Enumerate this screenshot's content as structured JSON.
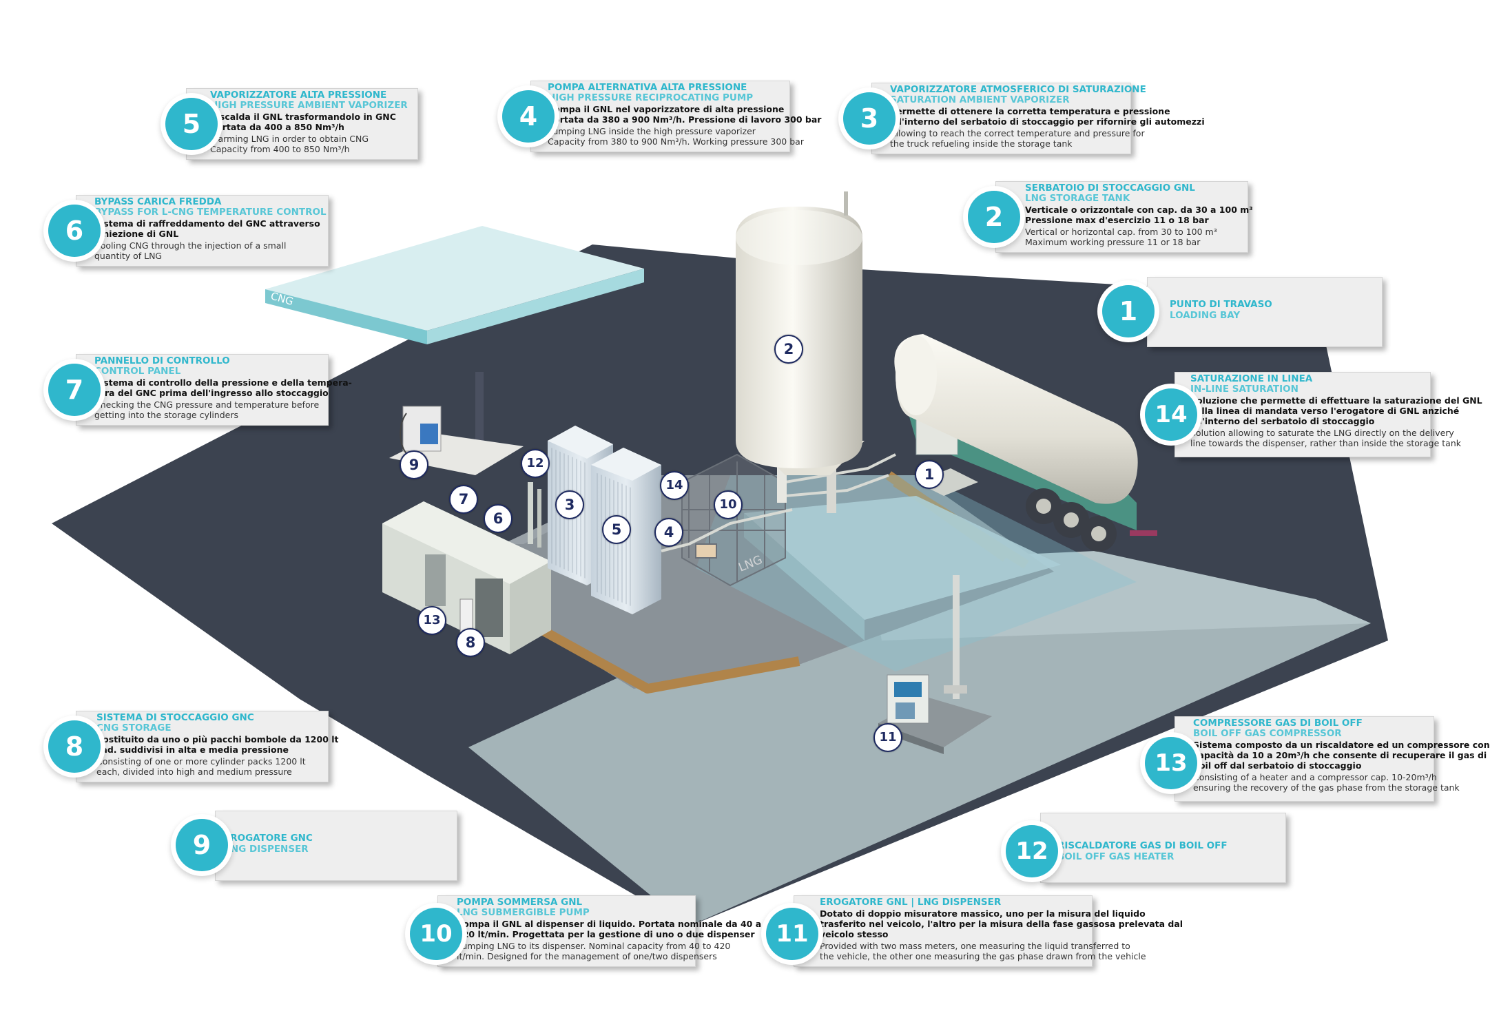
{
  "scene_labels": {
    "cng": "CNG",
    "lng": "LNG"
  },
  "colors": {
    "accent": "#2fb7cc",
    "marker": "#1e2a60",
    "ground_dark": "#3c4350",
    "ground_light": "#a4b4b8",
    "walkway": "#b0844a"
  },
  "markers": [
    "2",
    "12",
    "3",
    "5",
    "14",
    "10",
    "1",
    "7",
    "6",
    "4",
    "9",
    "13",
    "8",
    "11"
  ],
  "cards": {
    "c5": {
      "num": "5",
      "title_it": "VAPORIZZATORE ALTA PRESSIONE",
      "title_en": "HIGH PRESSURE AMBIENT VAPORIZER",
      "desc_it": [
        "Riscalda il GNL trasformandolo in GNC",
        "Portata da 400 a 850 Nm³/h"
      ],
      "desc_en": [
        "Warming LNG in order to obtain CNG",
        "Capacity from 400 to 850 Nm³/h"
      ]
    },
    "c4": {
      "num": "4",
      "title_it": "POMPA ALTERNATIVA ALTA PRESSIONE",
      "title_en": "HIGH PRESSURE RECIPROCATING PUMP",
      "desc_it": [
        "Pompa il GNL nel vaporizzatore di alta pressione",
        "Portata da 380 a 900 Nm³/h. Pressione di lavoro 300 bar"
      ],
      "desc_en": [
        "Pumping LNG inside the high pressure vaporizer",
        "Capacity from 380 to 900 Nm³/h. Working pressure 300 bar"
      ]
    },
    "c3": {
      "num": "3",
      "title_it": "VAPORIZZATORE ATMOSFERICO DI SATURAZIONE",
      "title_en": "SATURATION AMBIENT VAPORIZER",
      "desc_it": [
        "Permette di ottenere la corretta temperatura e pressione",
        "all'interno del serbatoio di stoccaggio per rifornire gli automezzi"
      ],
      "desc_en": [
        "Allowing to reach the correct temperature and pressure for",
        "the truck refueling inside the storage tank"
      ]
    },
    "c6": {
      "num": "6",
      "title_it": "BYPASS CARICA FREDDA",
      "title_en": "BYPASS FOR L-CNG TEMPERATURE CONTROL",
      "desc_it": [
        "Sistema di raffreddamento del GNC attraverso",
        "l'iniezione di GNL"
      ],
      "desc_en": [
        "Cooling CNG through the injection of a small",
        "quantity of LNG"
      ]
    },
    "c2": {
      "num": "2",
      "title_it": "SERBATOIO DI STOCCAGGIO GNL",
      "title_en": "LNG STORAGE TANK",
      "desc_it": [
        "Verticale o orizzontale con cap. da 30 a 100 m³",
        "Pressione max d'esercizio 11 o 18 bar"
      ],
      "desc_en": [
        "Vertical or horizontal cap. from 30 to 100 m³",
        "Maximum working pressure 11 or 18 bar"
      ]
    },
    "c1": {
      "num": "1",
      "title_it": "PUNTO DI TRAVASO",
      "title_en": "LOADING BAY",
      "desc_it": [],
      "desc_en": []
    },
    "c7": {
      "num": "7",
      "title_it": "PANNELLO DI CONTROLLO",
      "title_en": "CONTROL PANEL",
      "desc_it": [
        "Sistema di controllo della pressione e della tempera-",
        "tura del GNC prima dell'ingresso allo stoccaggio"
      ],
      "desc_en": [
        "Checking the CNG pressure and temperature before",
        "getting into the storage cylinders"
      ]
    },
    "c14": {
      "num": "14",
      "title_it": "SATURAZIONE IN LINEA",
      "title_en": "IN-LINE SATURATION",
      "desc_it": [
        "Soluzione che permette di effettuare la saturazione del GNL",
        "sulla linea di mandata verso l'erogatore di GNL anziché",
        "all'interno del serbatoio di stoccaggio"
      ],
      "desc_en": [
        "Solution allowing to saturate the LNG directly on the delivery",
        "line towards the dispenser, rather than inside the storage tank"
      ]
    },
    "c8": {
      "num": "8",
      "title_it": "SISTEMA DI STOCCAGGIO GNC",
      "title_en": "CNG STORAGE",
      "desc_it": [
        "Costituito da uno o più pacchi bombole da 1200 lt",
        "cad. suddivisi in alta e media pressione"
      ],
      "desc_en": [
        "Consisting of one or more cylinder packs 1200 lt",
        "each, divided into high and medium pressure"
      ]
    },
    "c13": {
      "num": "13",
      "title_it": "COMPRESSORE GAS DI BOIL OFF",
      "title_en": "BOIL OFF GAS COMPRESSOR",
      "desc_it": [
        "Sistema composto da un riscaldatore ed un compressore con",
        "capacità da 10 a 20m³/h che consente di recuperare il gas di",
        "boil off dal serbatoio di stoccaggio"
      ],
      "desc_en": [
        "Consisting of a heater and a compressor cap. 10-20m³/h",
        "ensuring the recovery of the gas phase from the storage tank"
      ]
    },
    "c9": {
      "num": "9",
      "title_it": "EROGATORE GNC",
      "title_en": "CNG DISPENSER",
      "desc_it": [],
      "desc_en": []
    },
    "c12": {
      "num": "12",
      "title_it": "RISCALDATORE GAS DI BOIL OFF",
      "title_en": "BOIL OFF GAS HEATER",
      "desc_it": [],
      "desc_en": []
    },
    "c10": {
      "num": "10",
      "title_it": "POMPA SOMMERSA GNL",
      "title_en": "LNG SUBMERGIBLE PUMP",
      "desc_it": [
        "Pompa il GNL al dispenser di liquido. Portata nominale da 40 a",
        "420 lt/min. Progettata per la gestione di uno o due dispenser"
      ],
      "desc_en": [
        "Pumping LNG to its dispenser. Nominal capacity from 40 to 420",
        "lt/min. Designed for the management of one/two dispensers"
      ]
    },
    "c11": {
      "num": "11",
      "title_it": "EROGATORE GNL | LNG DISPENSER",
      "title_en": "",
      "desc_it": [
        "Dotato di doppio misuratore massico, uno per la misura del liquido",
        "trasferito nel veicolo, l'altro per la misura della fase gassosa prelevata dal",
        "veicolo stesso"
      ],
      "desc_en": [
        "Provided with two mass meters, one measuring the liquid transferred to",
        "the vehicle, the other one measuring the gas phase drawn from the vehicle"
      ]
    }
  }
}
